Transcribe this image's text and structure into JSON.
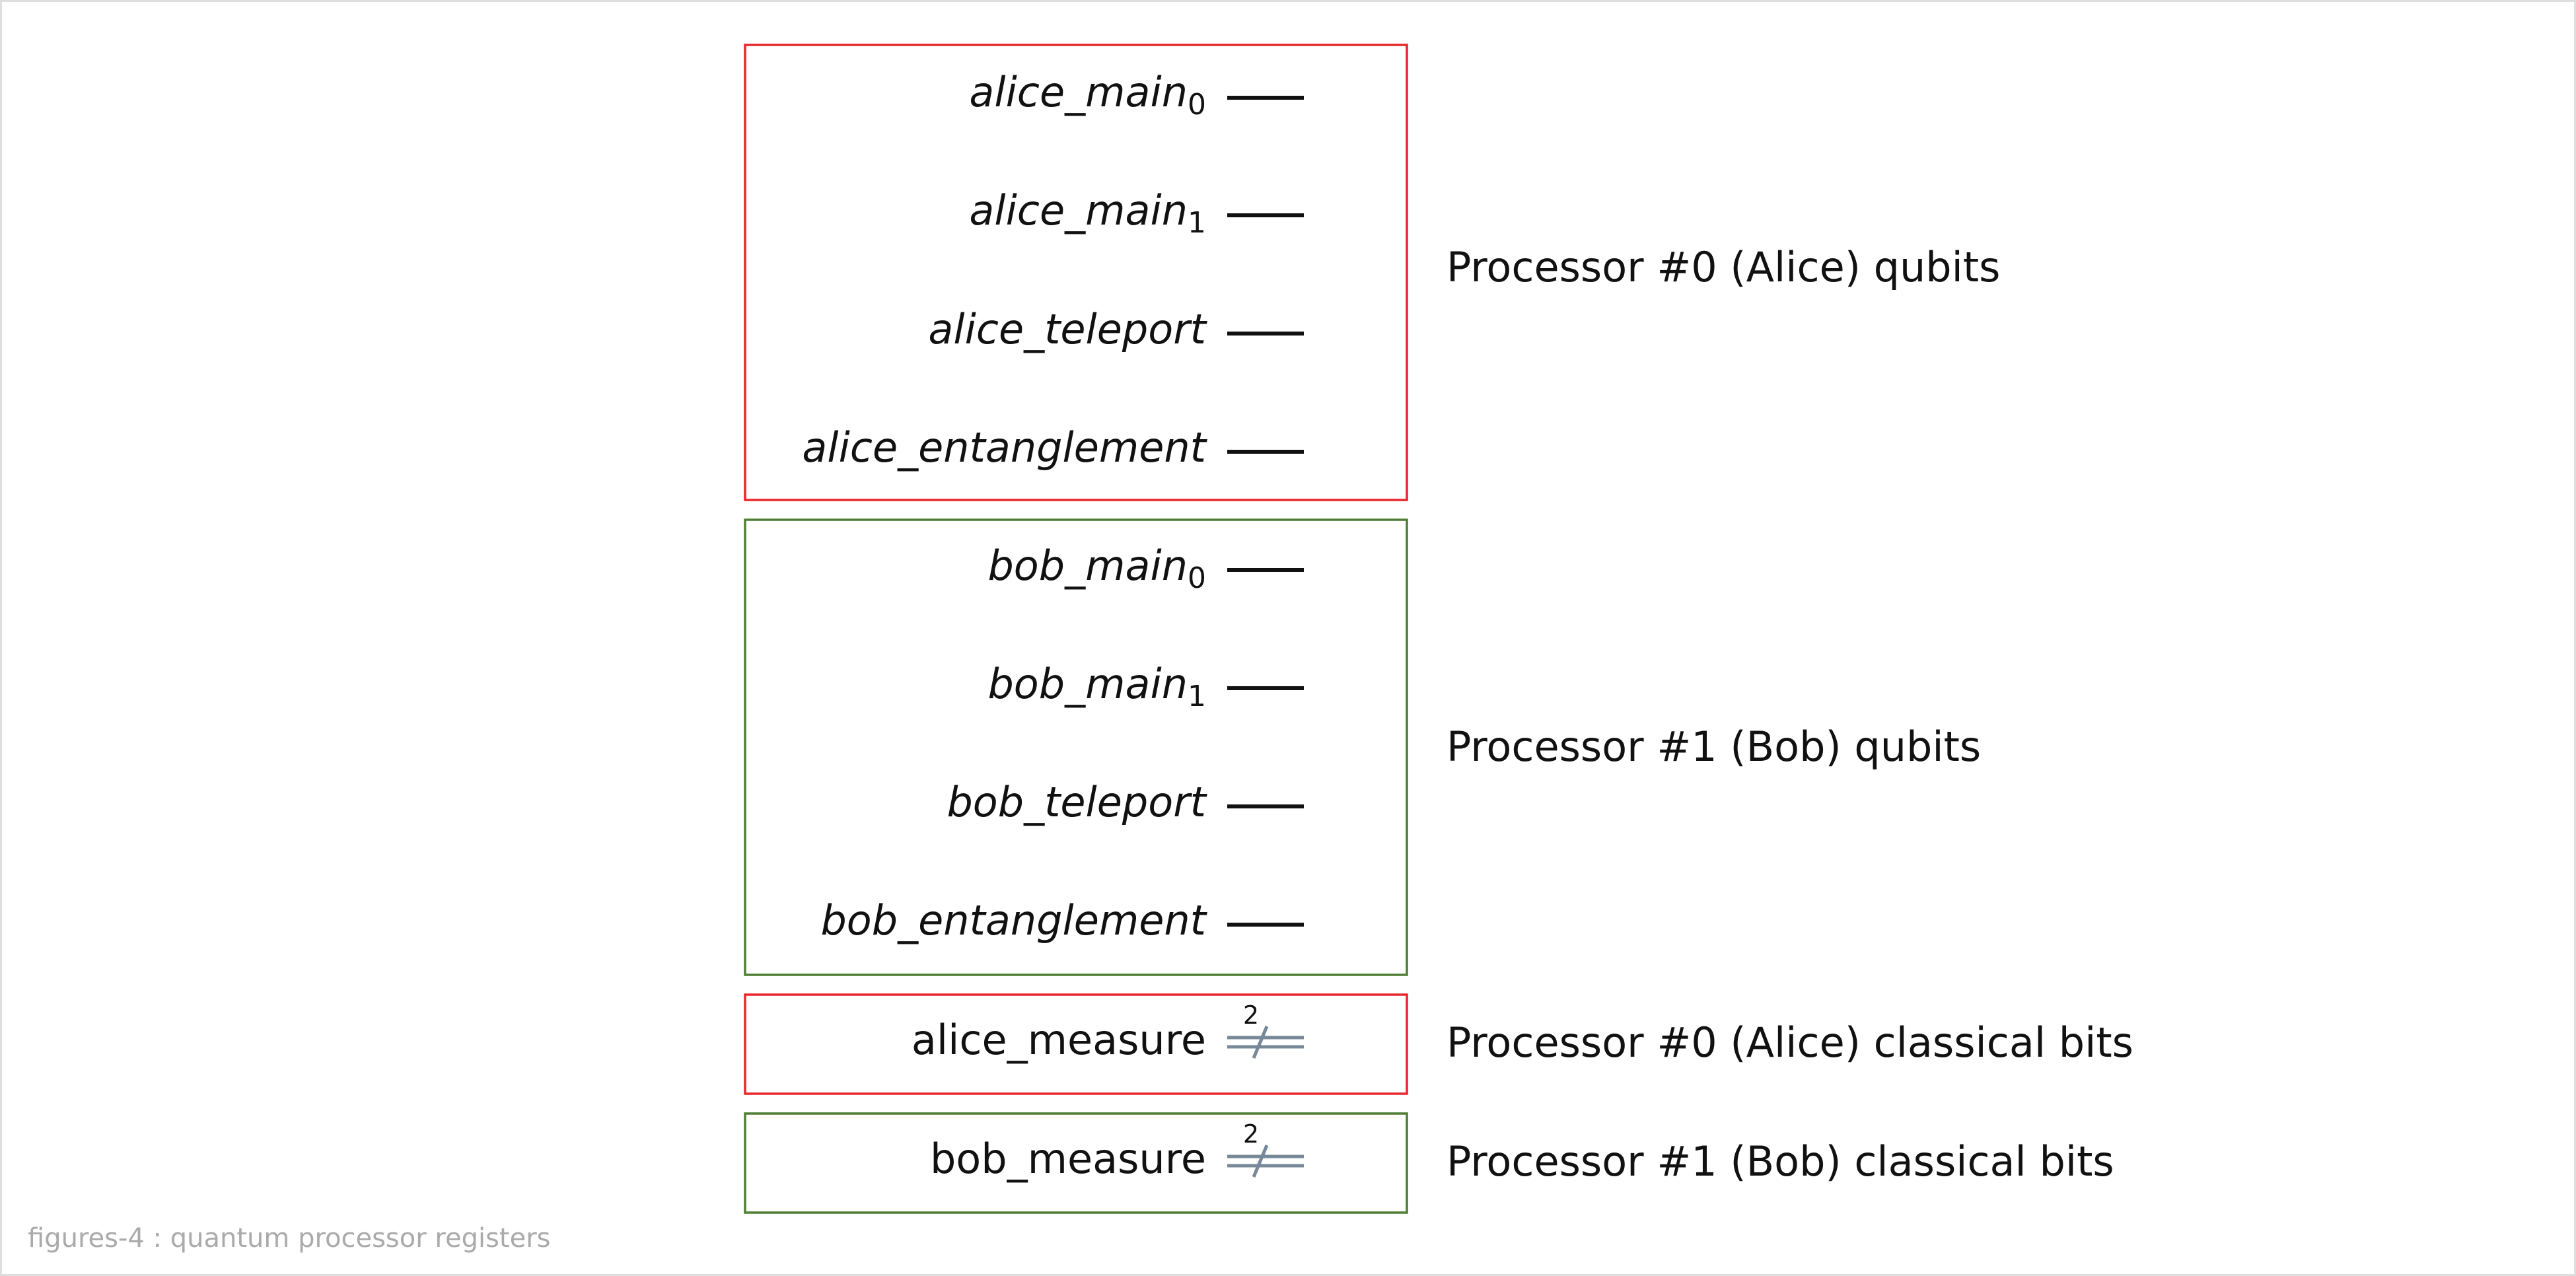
{
  "caption": "figures-4 : quantum processor registers",
  "groups": [
    {
      "label": "Processor #0 (Alice) qubits",
      "color": "#e8262b",
      "registers": [
        {
          "base": "alice_main",
          "sub": "0",
          "kind": "qubit"
        },
        {
          "base": "alice_main",
          "sub": "1",
          "kind": "qubit"
        },
        {
          "base": "alice_teleport",
          "sub": "",
          "kind": "qubit"
        },
        {
          "base": "alice_entanglement",
          "sub": "",
          "kind": "qubit"
        }
      ]
    },
    {
      "label": "Processor #1 (Bob) qubits",
      "color": "#4e7f35",
      "registers": [
        {
          "base": "bob_main",
          "sub": "0",
          "kind": "qubit"
        },
        {
          "base": "bob_main",
          "sub": "1",
          "kind": "qubit"
        },
        {
          "base": "bob_teleport",
          "sub": "",
          "kind": "qubit"
        },
        {
          "base": "bob_entanglement",
          "sub": "",
          "kind": "qubit"
        }
      ]
    },
    {
      "label": "Processor #0 (Alice) classical bits",
      "color": "#e8262b",
      "registers": [
        {
          "base": "alice_measure",
          "sub": "",
          "kind": "classical",
          "width": "2"
        }
      ]
    },
    {
      "label": "Processor #1 (Bob) classical bits",
      "color": "#4e7f35",
      "registers": [
        {
          "base": "bob_measure",
          "sub": "",
          "kind": "classical",
          "width": "2"
        }
      ]
    }
  ],
  "colors": {
    "qubit_wire": "#111111",
    "classical_wire": "#778899",
    "frame_border": "#dedede"
  }
}
